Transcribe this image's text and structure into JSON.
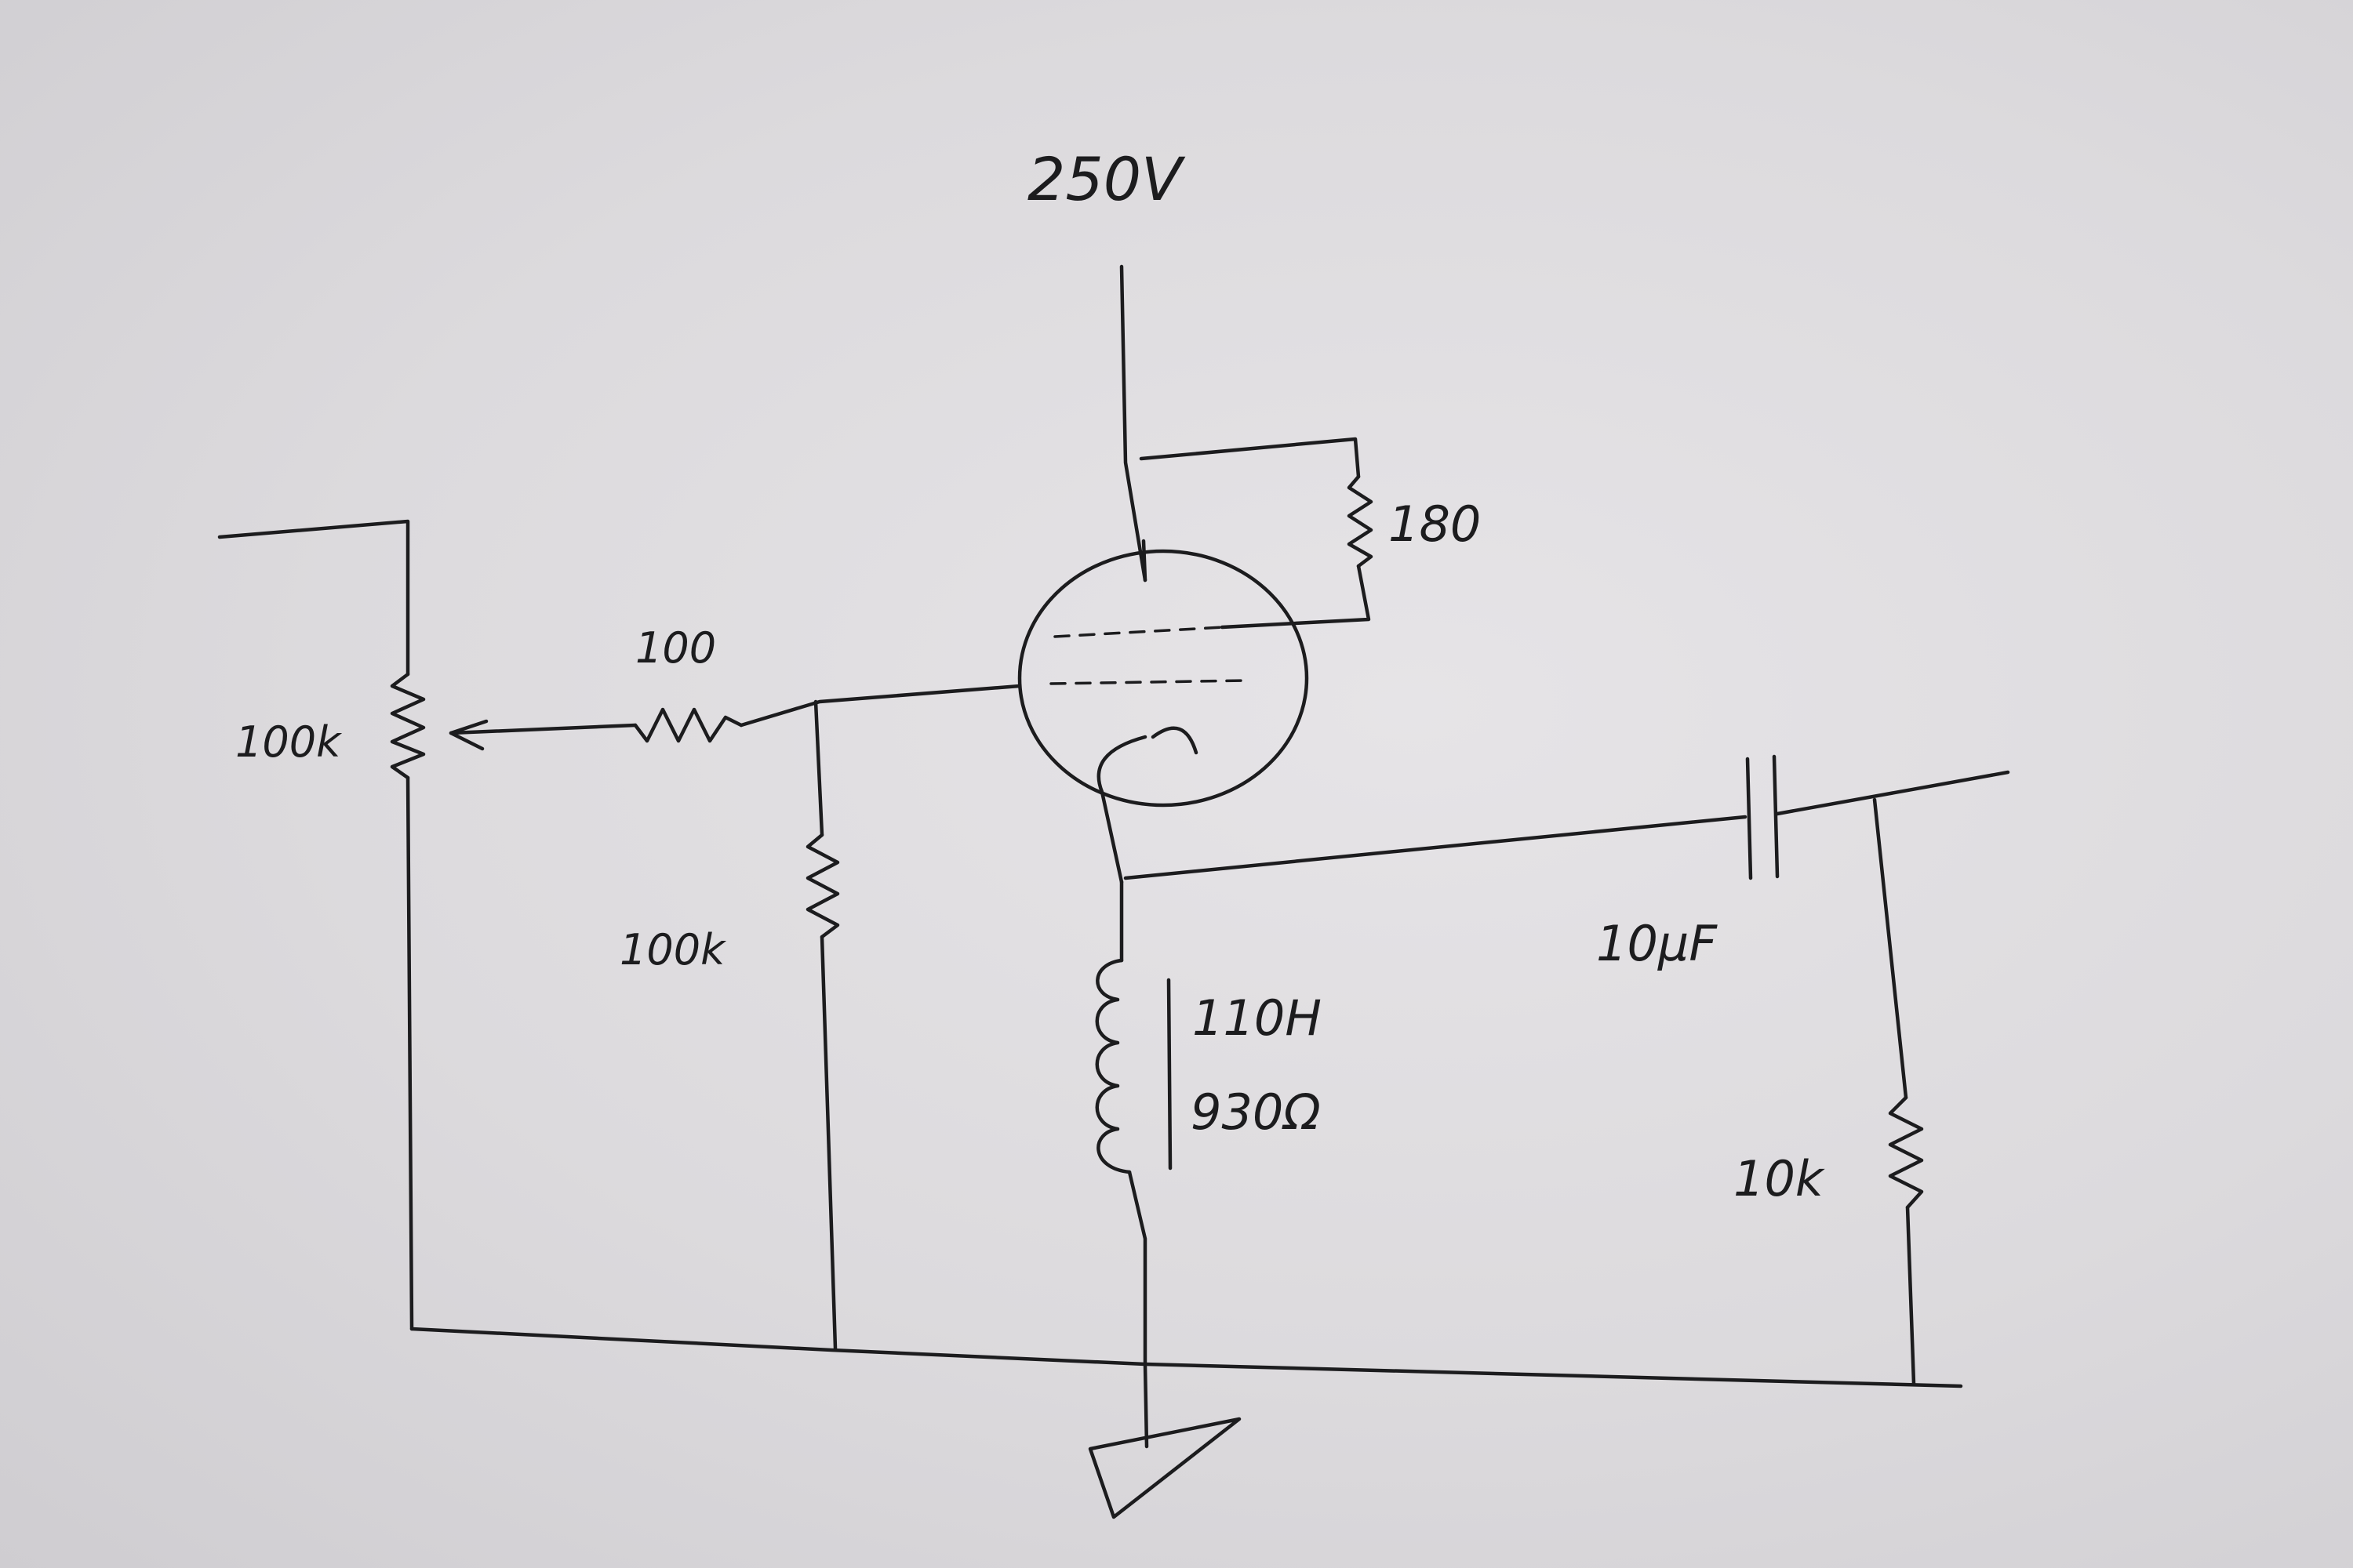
{
  "supply": {
    "voltage": "250V"
  },
  "components": {
    "pot": {
      "value": "100k"
    },
    "grid_stop": {
      "value": "100"
    },
    "grid_leak": {
      "value": "100k"
    },
    "screen_res": {
      "value": "180"
    },
    "choke": {
      "inductance": "110H",
      "resistance": "930Ω"
    },
    "coupling_cap": {
      "value": "10µF"
    },
    "load_res": {
      "value": "10k"
    }
  }
}
